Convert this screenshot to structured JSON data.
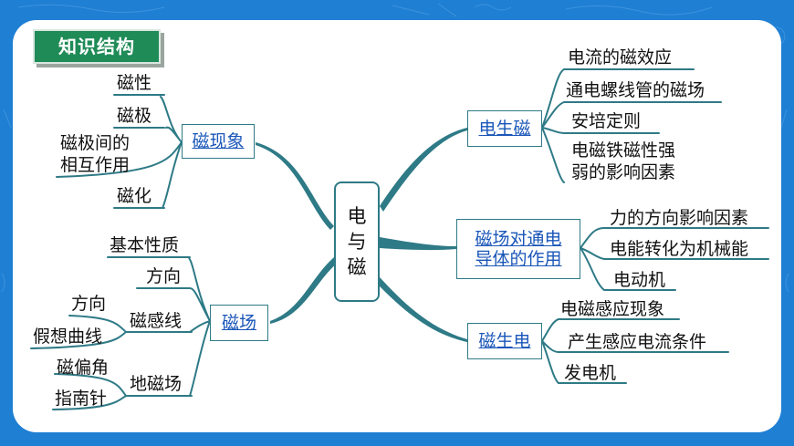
{
  "title": "知识结构",
  "center": [
    "电",
    "与",
    "磁"
  ],
  "left_branches": {
    "phenomenon": {
      "label": "磁现象",
      "items": [
        "磁性",
        "磁极",
        "磁极间的",
        "相互作用",
        "磁化"
      ]
    },
    "field": {
      "label": "磁场",
      "items": [
        "基本性质",
        "方向",
        "磁感线",
        "方向",
        "假想曲线",
        "地磁场",
        "磁偏角",
        "指南针"
      ]
    }
  },
  "right_branches": {
    "elec_to_mag": {
      "label": "电生磁",
      "items": [
        "电流的磁效应",
        "通电螺线管的磁场",
        "安培定则",
        "电磁铁磁性强",
        "弱的影响因素"
      ]
    },
    "force": {
      "label_lines": [
        "磁场对通电",
        "导体的作用"
      ],
      "items": [
        "力的方向影响因素",
        "电能转化为机械能",
        "电动机"
      ]
    },
    "mag_to_elec": {
      "label": "磁生电",
      "items": [
        "电磁感应现象",
        "产生感应电流条件",
        "发电机"
      ]
    }
  },
  "colors": {
    "background": "#1f7fd3",
    "title_tag": "#1f8b57",
    "branch_line": "#2e7a86",
    "link_text": "#1a56b8"
  }
}
